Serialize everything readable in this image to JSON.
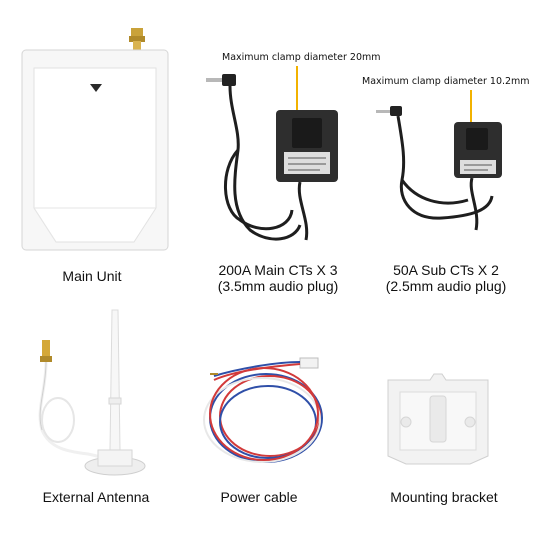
{
  "items": {
    "main_unit": {
      "label": "Main Unit"
    },
    "main_ct": {
      "annotation": "Maximum clamp diameter 20mm",
      "label_line1": "200A Main CTs X 3",
      "label_line2": "(3.5mm audio plug)"
    },
    "sub_ct": {
      "annotation": "Maximum clamp diameter 10.2mm",
      "label_line1": "50A Sub CTs X 2",
      "label_line2": "(2.5mm audio plug)"
    },
    "antenna": {
      "label": "External Antenna"
    },
    "power_cable": {
      "label": "Power cable"
    },
    "bracket": {
      "label": "Mounting bracket"
    }
  },
  "colors": {
    "background": "#ffffff",
    "leader_line": "#f2b200",
    "device_body": "#f4f4f4",
    "ct_body": "#2e2e2e",
    "wire_red": "#d23a3a",
    "wire_blue": "#2f4fa8",
    "wire_white": "#e8e8e8",
    "antenna_white": "#f7f7f7",
    "gold": "#d4a838"
  }
}
